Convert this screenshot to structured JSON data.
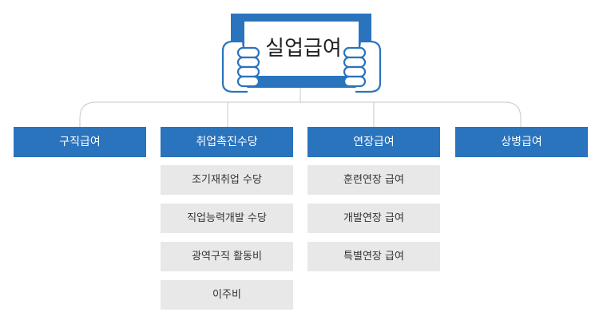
{
  "title": "실업급여",
  "categories": [
    {
      "label": "구직급여",
      "children": []
    },
    {
      "label": "취업촉진수당",
      "children": [
        "조기재취업 수당",
        "직업능력개발 수당",
        "광역구직 활동비",
        "이주비"
      ]
    },
    {
      "label": "연장급여",
      "children": [
        "훈련연장 급여",
        "개발연장 급여",
        "특별연장 급여"
      ]
    },
    {
      "label": "상병급여",
      "children": []
    }
  ],
  "colors": {
    "primary": "#2a73bd",
    "sub_bg": "#e8e8e8",
    "connector": "#c8c8c8"
  }
}
